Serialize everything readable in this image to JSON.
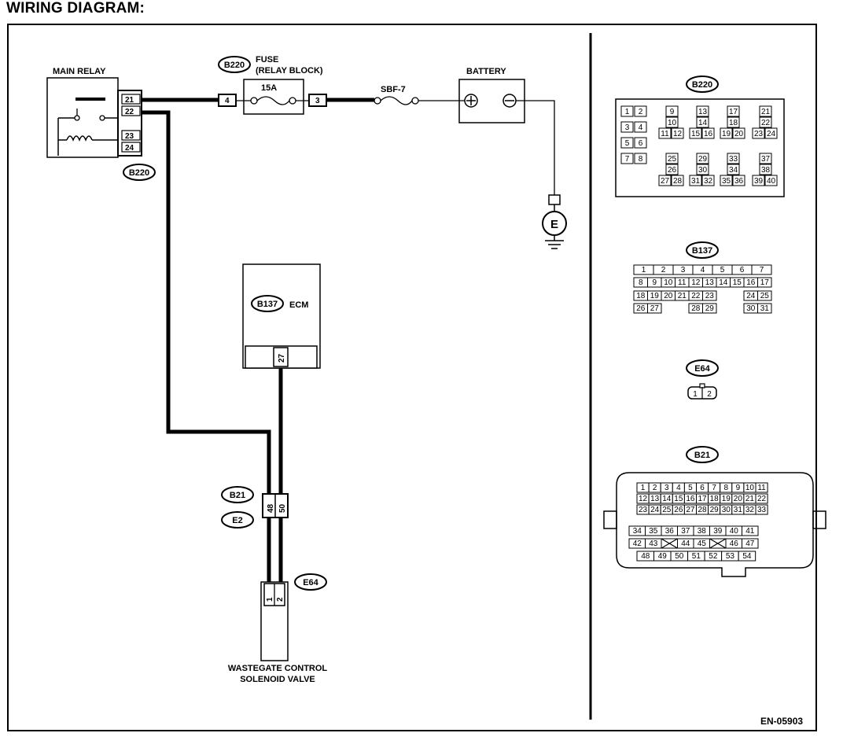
{
  "title": "WIRING DIAGRAM:",
  "figure_code": "EN-05903",
  "components": {
    "main_relay": {
      "label": "MAIN RELAY",
      "pins": [
        "21",
        "22",
        "23",
        "24"
      ]
    },
    "fuse": {
      "label_line1": "FUSE",
      "label_line2": "(RELAY BLOCK)",
      "rating": "15A",
      "pin_left": "4",
      "pin_right": "3"
    },
    "sbf": {
      "label": "SBF-7"
    },
    "battery": {
      "label": "BATTERY"
    },
    "ground": {
      "label": "E"
    },
    "ecm": {
      "label": "ECM",
      "pin": "27"
    },
    "joint": {
      "pins": [
        "48",
        "50"
      ]
    },
    "valve": {
      "label_line1": "WASTEGATE CONTROL",
      "label_line2": "SOLENOID VALVE",
      "pins": [
        "1",
        "2"
      ]
    }
  },
  "connectors": {
    "B220": "B220",
    "B137": "B137",
    "B21": "B21",
    "E2": "E2",
    "E64": "E64"
  },
  "pinouts": {
    "B220": {
      "label": "B220",
      "col1": [
        [
          "1",
          "2"
        ],
        [
          "3",
          "4"
        ],
        [
          "5",
          "6"
        ],
        [
          "7",
          "8"
        ]
      ],
      "col2": [
        "9",
        "10",
        "11",
        "12"
      ],
      "col3": [
        "13",
        "14",
        "15",
        "16"
      ],
      "col4": [
        "17",
        "18",
        "19",
        "20"
      ],
      "col5": [
        "21",
        "22",
        "23",
        "24"
      ],
      "col6": [
        "25",
        "26",
        "27",
        "28"
      ],
      "col7": [
        "29",
        "30",
        "31",
        "32"
      ],
      "col8": [
        "33",
        "34",
        "35",
        "36"
      ],
      "col9": [
        "37",
        "38",
        "39",
        "40"
      ]
    },
    "B137": {
      "label": "B137",
      "row1": [
        "1",
        "2",
        "3",
        "4",
        "5",
        "6",
        "7"
      ],
      "row2": [
        "8",
        "9",
        "10",
        "11",
        "12",
        "13",
        "14",
        "15",
        "16",
        "17"
      ],
      "row3_left": [
        "18",
        "19",
        "20",
        "21",
        "22",
        "23"
      ],
      "row3_right": [
        "24",
        "25"
      ],
      "row4_left": [
        "26",
        "27"
      ],
      "row4_mid": [
        "28",
        "29"
      ],
      "row4_right": [
        "30",
        "31"
      ]
    },
    "E64": {
      "label": "E64",
      "pins": [
        "1",
        "2"
      ]
    },
    "B21": {
      "label": "B21",
      "row1": [
        "1",
        "2",
        "3",
        "4",
        "5",
        "6",
        "7",
        "8",
        "9",
        "10",
        "11"
      ],
      "row2": [
        "12",
        "13",
        "14",
        "15",
        "16",
        "17",
        "18",
        "19",
        "20",
        "21",
        "22"
      ],
      "row3": [
        "23",
        "24",
        "25",
        "26",
        "27",
        "28",
        "29",
        "30",
        "31",
        "32",
        "33"
      ],
      "row4": [
        "34",
        "35",
        "36",
        "37",
        "38",
        "39",
        "40",
        "41"
      ],
      "row5": [
        "42",
        "43",
        "",
        "44",
        "45",
        "",
        "46",
        "47"
      ],
      "row6": [
        "48",
        "49",
        "50",
        "51",
        "52",
        "53",
        "54"
      ]
    }
  }
}
